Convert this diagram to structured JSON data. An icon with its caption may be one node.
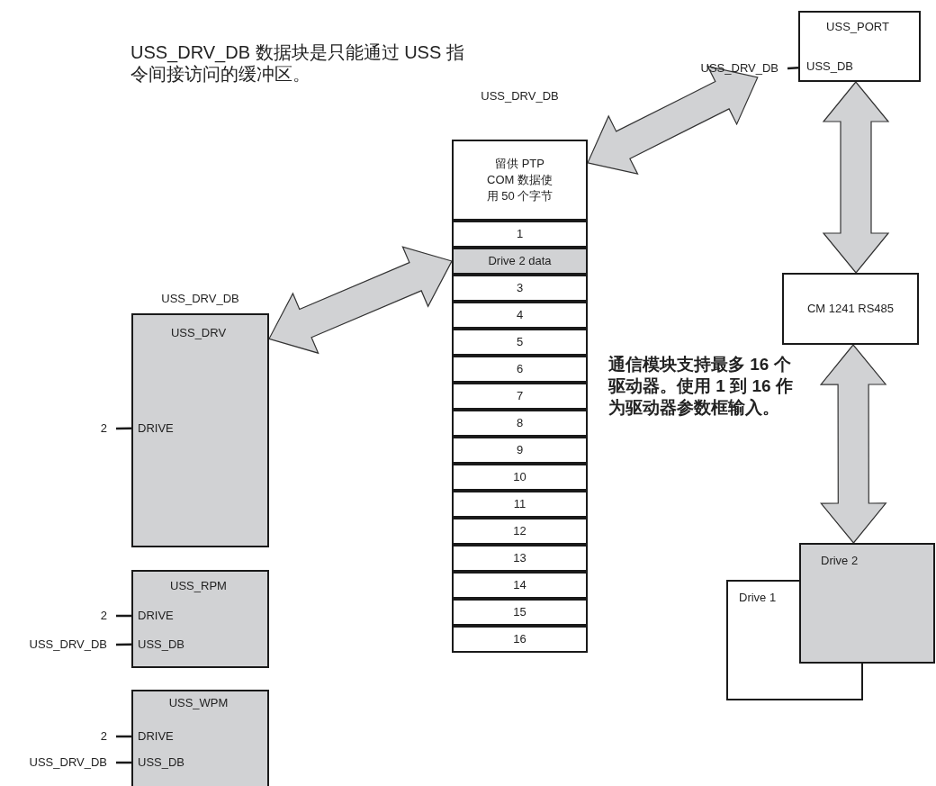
{
  "diagram": {
    "nodes": [
      {
        "text": [
          "USS_PORT",
          "USS_DB"
        ]
      },
      {
        "text": [
          "USS_DRV_DB"
        ]
      },
      {
        "text": [
          "USS_DRV_DB"
        ]
      },
      {
        "text": [
          "留供 PTP COM 数据使用 50 个字节"
        ],
        "in": 2
      },
      {
        "text": [
          "1"
        ],
        "in": 2
      },
      {
        "text": [
          "Drive 2 data"
        ],
        "in": 2
      },
      {
        "text": [
          "3"
        ],
        "in": 2
      },
      {
        "text": [
          "4"
        ],
        "in": 2
      },
      {
        "text": [
          "5"
        ],
        "in": 2
      },
      {
        "text": [
          "6"
        ],
        "in": 2
      },
      {
        "text": [
          "7"
        ],
        "in": 2
      },
      {
        "text": [
          "8"
        ],
        "in": 2
      },
      {
        "text": [
          "9"
        ],
        "in": 2
      },
      {
        "text": [
          "10"
        ],
        "in": 2
      },
      {
        "text": [
          "11"
        ],
        "in": 2
      },
      {
        "text": [
          "12"
        ],
        "in": 2
      },
      {
        "text": [
          "13"
        ],
        "in": 2
      },
      {
        "text": [
          "14"
        ],
        "in": 2
      },
      {
        "text": [
          "15"
        ],
        "in": 2
      },
      {
        "text": [
          "16"
        ],
        "in": 2
      },
      {
        "text": [
          "CM 1241 RS485"
        ]
      },
      {
        "text": [
          "Drive 2"
        ]
      },
      {
        "text": [
          "Drive 1"
        ]
      },
      {
        "text": [
          "USS_DRV_DB",
          "USS_DRV",
          "DRIVE"
        ]
      },
      {
        "text": [
          "2"
        ]
      },
      {
        "text": [
          "USS_RPM",
          "DRIVE",
          "USS_DB"
        ]
      },
      {
        "text": [
          "2"
        ]
      },
      {
        "text": [
          "USS_DRV_DB"
        ]
      },
      {
        "text": [
          "USS_WPM",
          "DRIVE",
          "USS_DB"
        ]
      },
      {
        "text": [
          "2"
        ]
      },
      {
        "text": [
          "USS_DRV_DB"
        ]
      }
    ],
    "edges": [
      {
        "from": 2,
        "to": 1,
        "arrow": "both",
        "style": "thick",
        "color": "#d1d2d4"
      },
      {
        "from": 5,
        "to": 23,
        "arrow": "both",
        "style": "thick",
        "color": "#d1d2d4"
      },
      {
        "from": 0,
        "to": 20,
        "arrow": "both",
        "style": "thick",
        "color": "#d1d2d4"
      },
      {
        "from": 20,
        "to": 21,
        "arrow": "both",
        "style": "thick",
        "color": "#d1d2d4"
      },
      {
        "from": 1,
        "to": 0,
        "arrow": "none"
      },
      {
        "from": 24,
        "to": 23,
        "arrow": "none"
      },
      {
        "from": 26,
        "to": 25,
        "arrow": "none"
      },
      {
        "from": 27,
        "to": 25,
        "arrow": "none"
      },
      {
        "from": 29,
        "to": 28,
        "arrow": "none"
      },
      {
        "from": 30,
        "to": 28,
        "arrow": "none"
      }
    ],
    "labels": [
      "USS_DRV_DB 数据块是只能通过 USS 指令间接访问的缓冲区。",
      "通信模块支持最多 16 个驱动器。使用 1 到 16 作为驱动器参数框输入。"
    ]
  }
}
